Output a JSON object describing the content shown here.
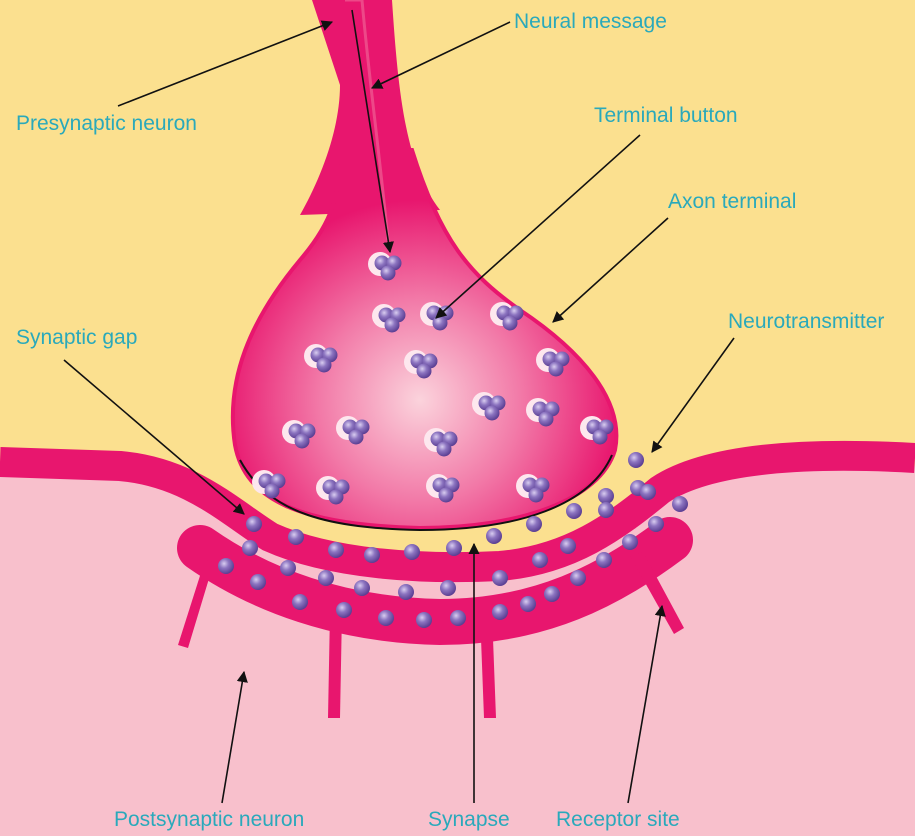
{
  "labels": {
    "neural_message": "Neural message",
    "presynaptic_neuron": "Presynaptic neuron",
    "terminal_button": "Terminal button",
    "axon_terminal": "Axon terminal",
    "synaptic_gap": "Synaptic gap",
    "neurotransmitter": "Neurotransmitter",
    "postsynaptic_neuron": "Postsynaptic neuron",
    "synapse": "Synapse",
    "receptor_site": "Receptor site"
  },
  "colors": {
    "background": "#fbe08f",
    "membrane": "#e8166e",
    "postsynaptic_fill": "#f8c0cc",
    "terminal_glow": "#f9c3d0",
    "vesicle": "#7a5fb0",
    "label_text": "#2aa9bb",
    "arrow": "#111111"
  }
}
